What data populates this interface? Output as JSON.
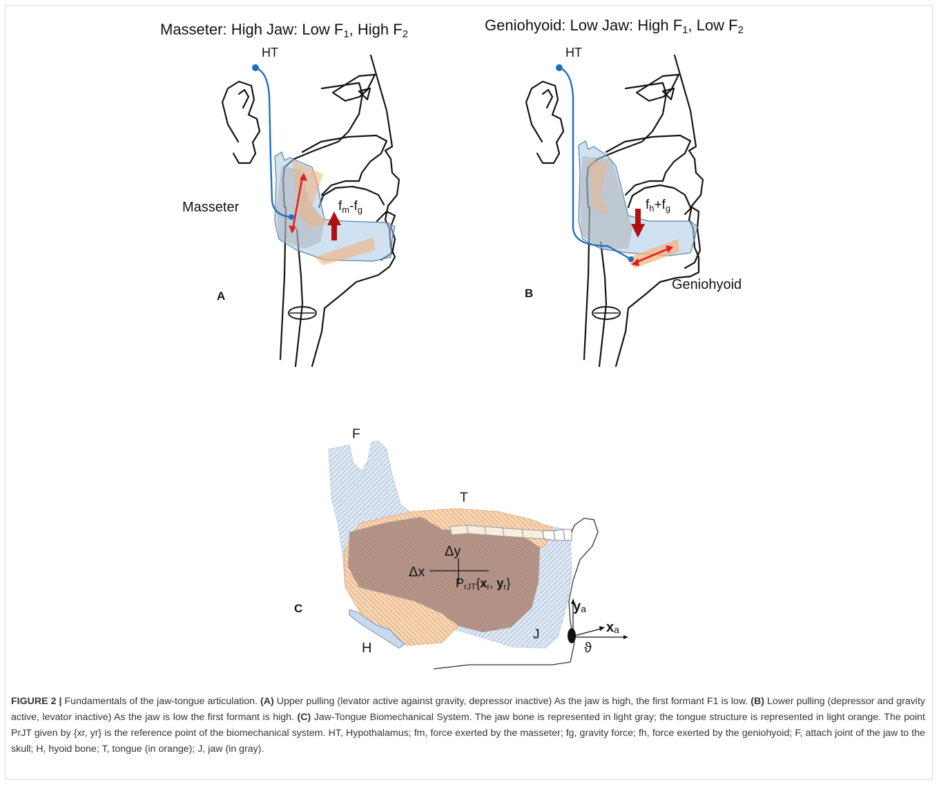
{
  "panels": {
    "a": {
      "title_prefix": "Masseter: High Jaw: Low F",
      "title_sub1": "1",
      "title_mid": ", High F",
      "title_sub2": "2",
      "ht_label": "HT",
      "muscle_label": "Masseter",
      "force_main": "f",
      "force_sub1": "m",
      "force_op": "-f",
      "force_sub2": "g",
      "letter": "A"
    },
    "b": {
      "title_prefix": "Geniohyoid: Low Jaw: High F",
      "title_sub1": "1",
      "title_mid": ", Low F",
      "title_sub2": "2",
      "ht_label": "HT",
      "muscle_label": "Geniohyoid",
      "force_main": "f",
      "force_sub1": "h",
      "force_op": "+f",
      "force_sub2": "g",
      "letter": "B"
    },
    "c": {
      "letter": "C",
      "label_f": "F",
      "label_t": "T",
      "label_h": "H",
      "label_j": "J",
      "delta_y": "Δy",
      "delta_x": "Δx",
      "ref_p": "P",
      "ref_sub": "rJT",
      "ref_open": "{",
      "ref_x": "x",
      "ref_xsub": "r",
      "ref_sep": ", ",
      "ref_y": "y",
      "ref_ysub": "r",
      "ref_close": "}",
      "ya": "y",
      "ya_sub": "a",
      "xa": "x",
      "xa_sub": "a",
      "theta": "ϑ"
    }
  },
  "colors": {
    "ht_line": "#1e6fbf",
    "jaw_fill": "#a9c8e6",
    "tongue_fill": "#f3b27a",
    "gray_fill": "#9a9a9a",
    "arrow_dark": "#b01010",
    "arrow_red": "#e02020"
  },
  "caption": {
    "figure": "FIGURE 2 |",
    "intro": " Fundamentals of the jaw-tongue articulation. ",
    "a_tag": "(A)",
    "a_text": " Upper pulling (levator active against gravity, depressor inactive) As the jaw is high, the first formant F1 is low. ",
    "b_tag": "(B)",
    "b_text": " Lower pulling (depressor and gravity active, levator inactive) As the jaw is low the first formant is high. ",
    "c_tag": "(C)",
    "c_text": " Jaw-Tongue Biomechanical System. The jaw bone is represented in light gray; the tongue structure is represented in light orange. The point PrJT given by {xr, yr} is the reference point of the biomechanical system. HT, Hypothalamus; fm, force exerted by the masseter; fg, gravity force; fh, force exerted by the geniohyoid; F, attach joint of the jaw to the skull; H, hyoid bone; T, tongue (in orange); J, jaw (in gray)."
  }
}
